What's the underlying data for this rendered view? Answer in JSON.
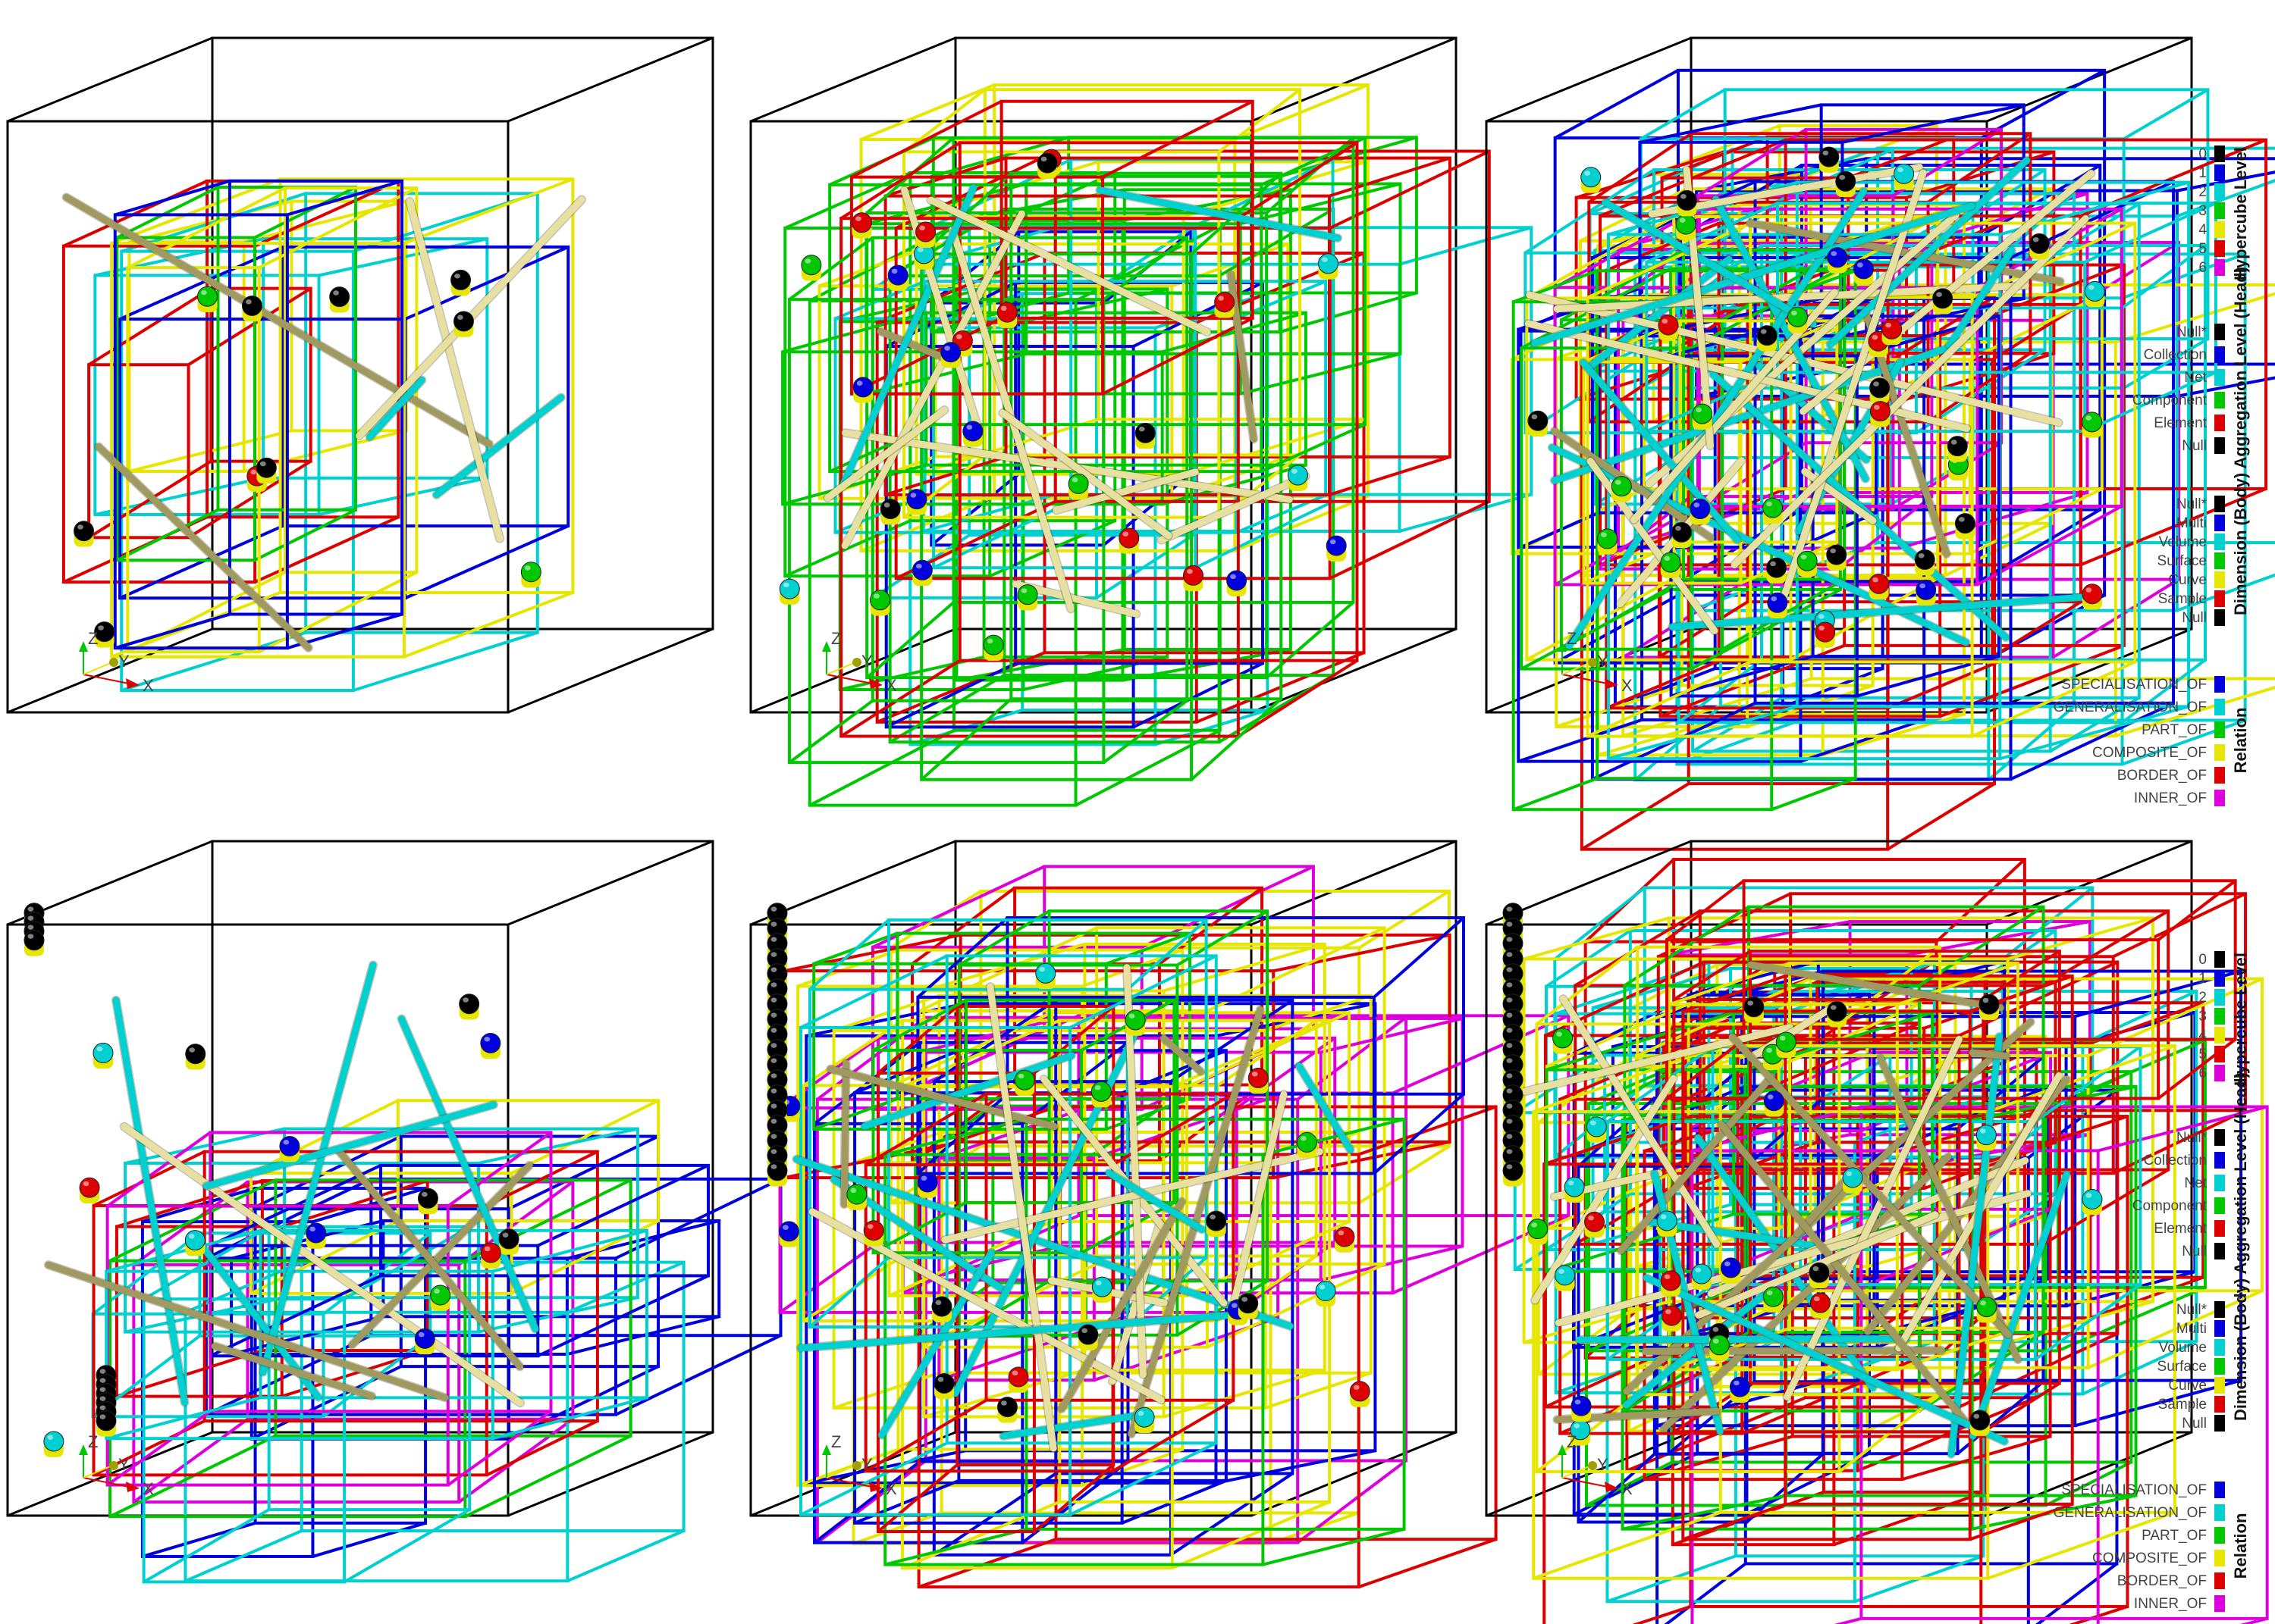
{
  "palette": {
    "black": "#000000",
    "blue": "#0000dd",
    "cyan": "#00d0d0",
    "green": "#00c800",
    "yellow": "#e6e600",
    "red": "#dd0000",
    "magenta": "#dd00dd",
    "beige": "#e8e0a0",
    "olive": "#a09a60"
  },
  "axis_labels": {
    "z": "Z",
    "y": "Y",
    "x": "X"
  },
  "legends": [
    {
      "hypercube": {
        "title": "Hypercube Level",
        "entries": [
          {
            "label": "0",
            "color": "#000000"
          },
          {
            "label": "1",
            "color": "#0000dd"
          },
          {
            "label": "2",
            "color": "#00d0d0"
          },
          {
            "label": "3",
            "color": "#00c800"
          },
          {
            "label": "4",
            "color": "#e6e600"
          },
          {
            "label": "5",
            "color": "#dd0000"
          },
          {
            "label": "6",
            "color": "#dd00dd"
          }
        ]
      },
      "aggregation": {
        "title": "Aggregation Level (Head)",
        "entries": [
          {
            "label": "Null*",
            "color": "#000000"
          },
          {
            "label": "Collection",
            "color": "#0000dd"
          },
          {
            "label": "Net",
            "color": "#00d0d0"
          },
          {
            "label": "Component",
            "color": "#00c800"
          },
          {
            "label": "Element",
            "color": "#dd0000"
          },
          {
            "label": "Null",
            "color": "#000000"
          }
        ]
      },
      "dimension": {
        "title": "Dimension (Body)",
        "entries": [
          {
            "label": "Null*",
            "color": "#000000"
          },
          {
            "label": "Multi",
            "color": "#0000dd"
          },
          {
            "label": "Volume",
            "color": "#00d0d0"
          },
          {
            "label": "Surface",
            "color": "#00c800"
          },
          {
            "label": "Curve",
            "color": "#e6e600"
          },
          {
            "label": "Sample",
            "color": "#dd0000"
          },
          {
            "label": "Null",
            "color": "#000000"
          }
        ]
      },
      "relation": {
        "title": "Relation",
        "entries": [
          {
            "label": "SPECIALISATION_OF",
            "color": "#0000dd"
          },
          {
            "label": "GENERALISATION_OF",
            "color": "#00d0d0"
          },
          {
            "label": "PART_OF",
            "color": "#00c800"
          },
          {
            "label": "COMPOSITE_OF",
            "color": "#e6e600"
          },
          {
            "label": "BORDER_OF",
            "color": "#dd0000"
          },
          {
            "label": "INNER_OF",
            "color": "#dd00dd"
          }
        ]
      }
    },
    {
      "hypercube": {
        "title": "Hypercube Level",
        "entries": [
          {
            "label": "0",
            "color": "#000000"
          },
          {
            "label": "1",
            "color": "#0000dd"
          },
          {
            "label": "2",
            "color": "#00d0d0"
          },
          {
            "label": "3",
            "color": "#00c800"
          },
          {
            "label": "4",
            "color": "#e6e600"
          },
          {
            "label": "5",
            "color": "#dd0000"
          },
          {
            "label": "6",
            "color": "#dd00dd"
          }
        ]
      },
      "aggregation": {
        "title": "Aggregation Level (Head)",
        "entries": [
          {
            "label": "Null*",
            "color": "#000000"
          },
          {
            "label": "Collection",
            "color": "#0000dd"
          },
          {
            "label": "Net",
            "color": "#00d0d0"
          },
          {
            "label": "Component",
            "color": "#00c800"
          },
          {
            "label": "Element",
            "color": "#dd0000"
          },
          {
            "label": "Null",
            "color": "#000000"
          }
        ]
      },
      "dimension": {
        "title": "Dimension (Body)",
        "entries": [
          {
            "label": "Null*",
            "color": "#000000"
          },
          {
            "label": "Multi",
            "color": "#0000dd"
          },
          {
            "label": "Volume",
            "color": "#00d0d0"
          },
          {
            "label": "Surface",
            "color": "#00c800"
          },
          {
            "label": "Curve",
            "color": "#e6e600"
          },
          {
            "label": "Sample",
            "color": "#dd0000"
          },
          {
            "label": "Null",
            "color": "#000000"
          }
        ]
      },
      "relation": {
        "title": "Relation",
        "entries": [
          {
            "label": "SPECIALISATION_OF",
            "color": "#0000dd"
          },
          {
            "label": "GENERALISATION_OF",
            "color": "#00d0d0"
          },
          {
            "label": "PART_OF",
            "color": "#00c800"
          },
          {
            "label": "COMPOSITE_OF",
            "color": "#e6e600"
          },
          {
            "label": "BORDER_OF",
            "color": "#dd0000"
          },
          {
            "label": "INNER_OF",
            "color": "#dd00dd"
          }
        ]
      }
    }
  ]
}
